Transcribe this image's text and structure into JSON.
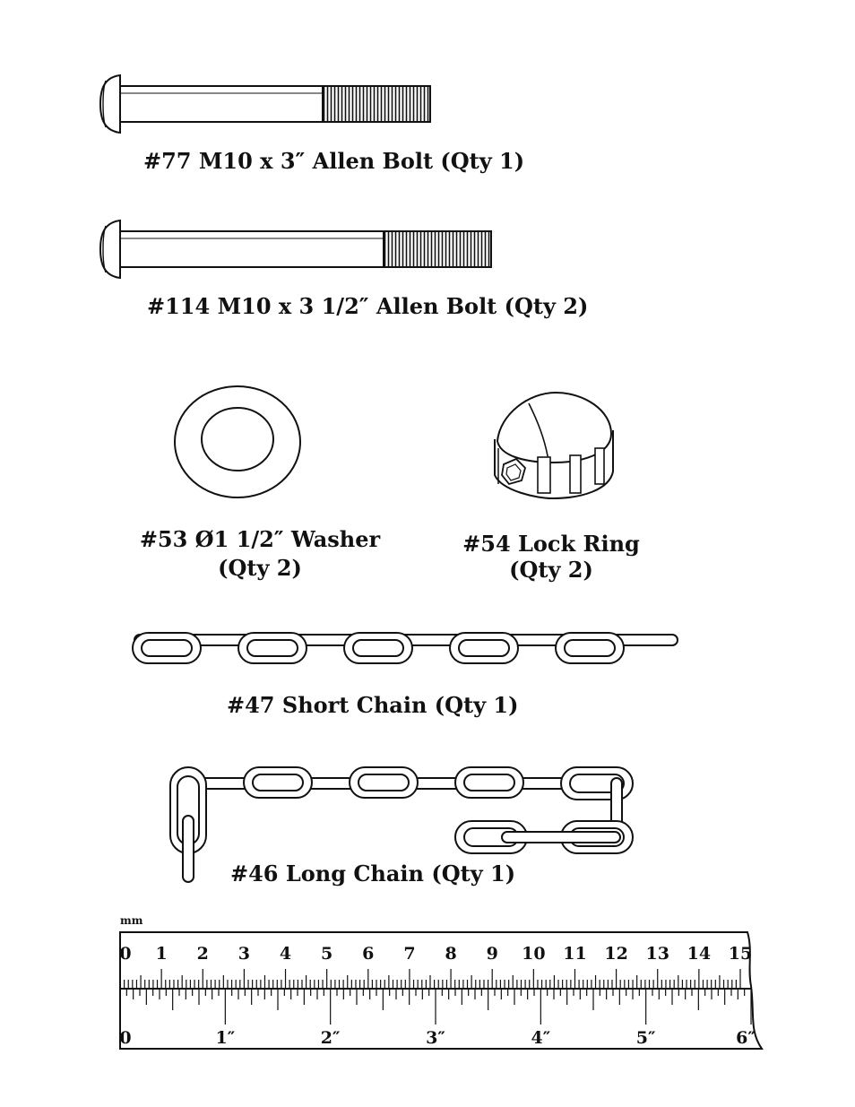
{
  "parts": {
    "bolt_77": {
      "label": "#77 M10 x 3″ Allen Bolt (Qty 1)"
    },
    "bolt_114": {
      "label": "#114 M10 x 3 1/2″ Allen Bolt (Qty 2)"
    },
    "washer_53": {
      "label": "#53 Ø1 1/2″ Washer",
      "qty": "(Qty 2)"
    },
    "lock_ring_54": {
      "label": "#54 Lock Ring",
      "qty": "(Qty 2)"
    },
    "short_chain_47": {
      "label": "#47 Short Chain (Qty 1)"
    },
    "long_chain_46": {
      "label": "#46 Long Chain (Qty 1)"
    }
  },
  "ruler": {
    "mm_label": "mm",
    "cm_labels": [
      "0",
      "1",
      "2",
      "3",
      "4",
      "5",
      "6",
      "7",
      "8",
      "9",
      "10",
      "11",
      "12",
      "13",
      "14",
      "15"
    ],
    "inch_labels": [
      "0",
      "1″",
      "2″",
      "3″",
      "4″",
      "5″",
      "6″"
    ]
  },
  "colors": {
    "line": "#111111",
    "background": "#ffffff"
  }
}
